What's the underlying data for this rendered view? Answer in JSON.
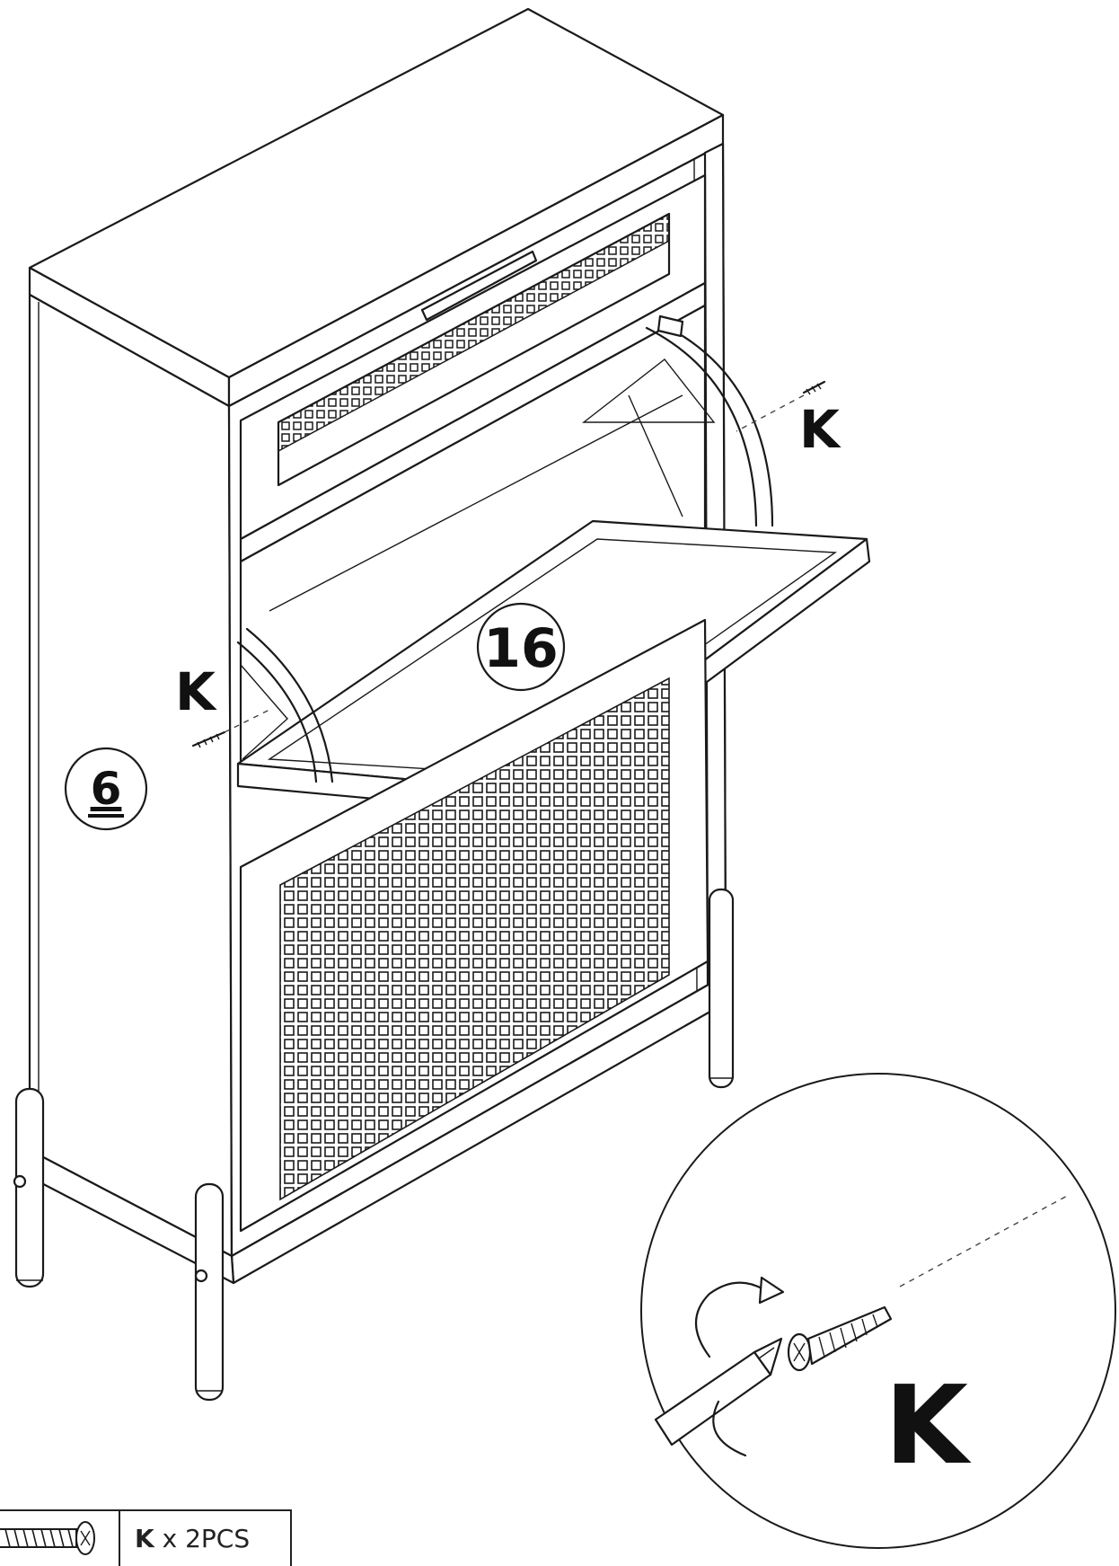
{
  "labels": {
    "part_door": "16",
    "part_side": "6",
    "screw_top": "K",
    "screw_left": "K",
    "screw_detail": "K"
  },
  "parts_list": {
    "letter": "K",
    "qty": "x 2PCS"
  },
  "icons": [
    "screw-icon",
    "screwdriver-icon",
    "rotation-arrow-icon"
  ],
  "colors": {
    "line": "#1a1a1a",
    "background": "#ffffff"
  }
}
